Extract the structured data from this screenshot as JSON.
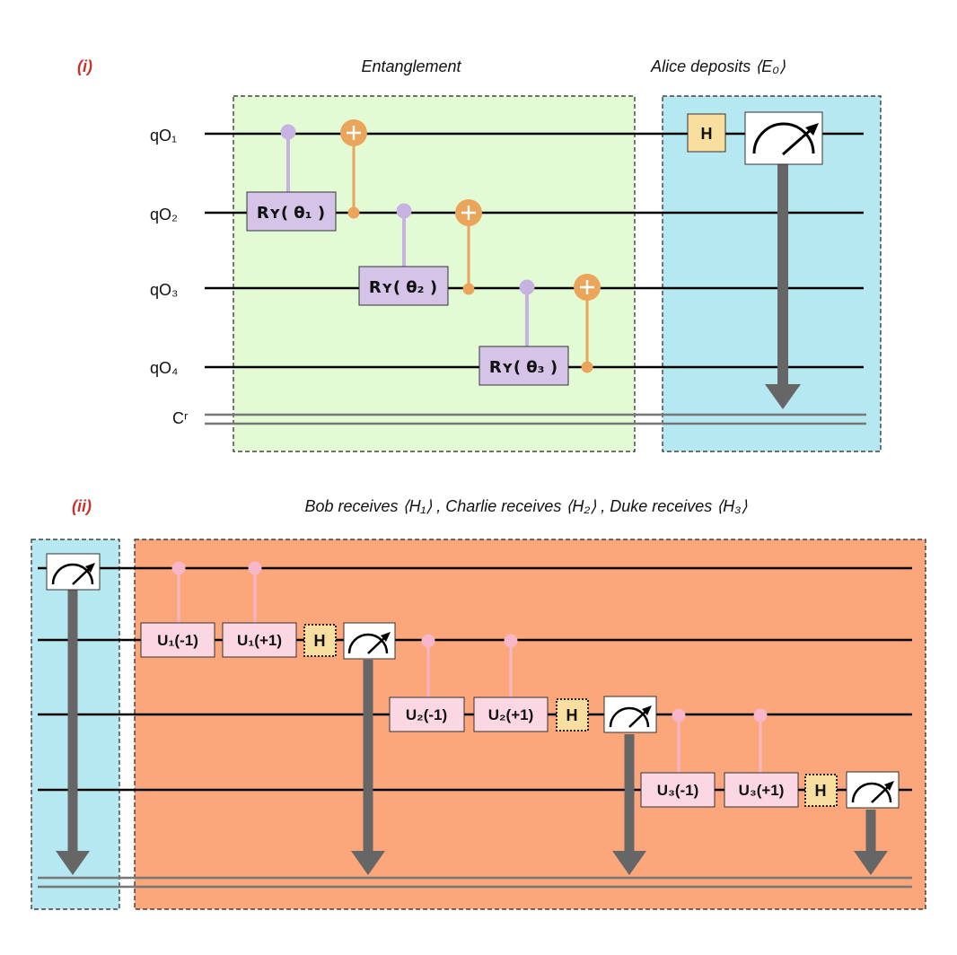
{
  "panel_i": {
    "tag": "(i)",
    "entanglement_title": "Entanglement",
    "alice_title": "Alice deposits ⟨E₀⟩",
    "qubits": [
      "qO₁",
      "qO₂",
      "qO₃",
      "qO₄"
    ],
    "classical_label": "Cʳ",
    "ry_gates": [
      "Rʏ( θ₁ )",
      "Rʏ( θ₂ )",
      "Rʏ( θ₃ )"
    ],
    "h_gate": "H"
  },
  "panel_ii": {
    "tag": "(ii)",
    "title": "Bob receives ⟨H₁⟩ , Charlie receives ⟨H₂⟩ , Duke receives ⟨H₃⟩",
    "u_gates": [
      "U₁(-1)",
      "U₁(+1)",
      "U₂(-1)",
      "U₂(+1)",
      "U₃(-1)",
      "U₃(+1)"
    ],
    "h_gates": [
      "H",
      "H",
      "H"
    ]
  },
  "colors": {
    "entangle_bg": "#e2fbd4",
    "alice_bg": "#b5e8f0",
    "bob_bg": "#fba67b",
    "ry_gate": "#d5c4e8",
    "ry_control": "#c7b3e1",
    "cnot": "#eaa55b",
    "h_gate": "#f8dfa0",
    "u_gate": "#fbd7e4",
    "u_control": "#f7b6c9",
    "arrow": "#666666"
  }
}
